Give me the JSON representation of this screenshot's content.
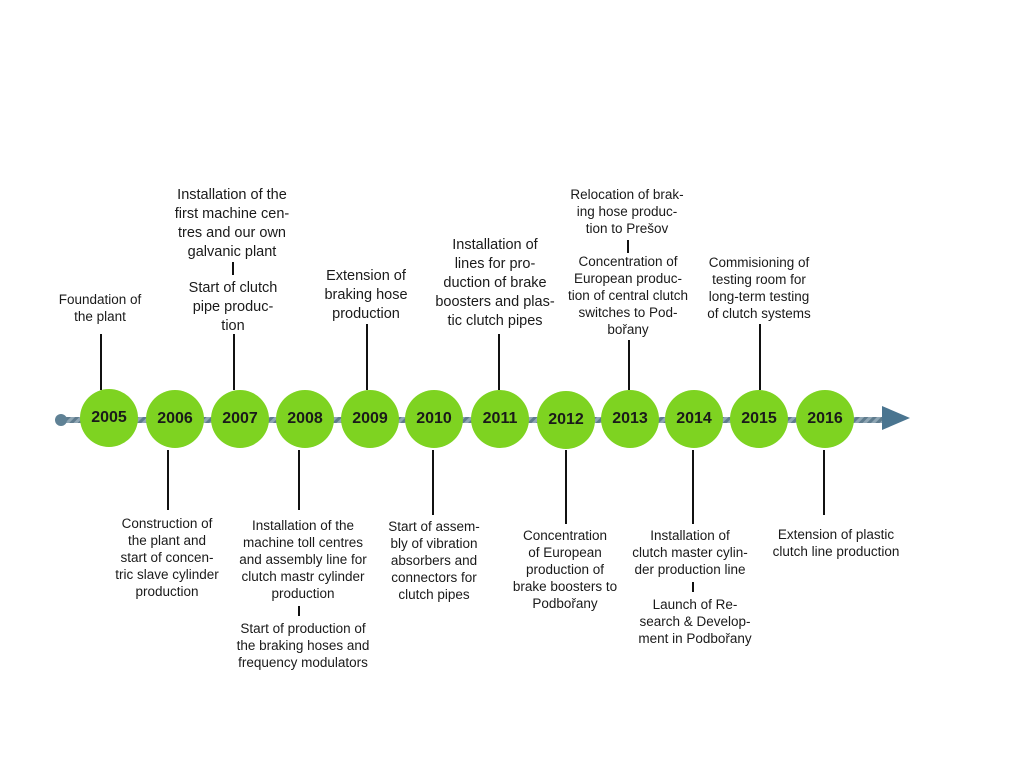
{
  "colors": {
    "node": "#7ed321",
    "axis": "#6f8b9c",
    "arrow": "#4a7590"
  },
  "years": [
    "2005",
    "2006",
    "2007",
    "2008",
    "2009",
    "2010",
    "2011",
    "2012",
    "2013",
    "2014",
    "2015",
    "2016"
  ],
  "events": {
    "e2005": "Foundation of\nthe plant",
    "e2006": "Construction of\nthe plant  and\nstart of concen-\ntric slave cylinder\nproduction",
    "e2007a": "Installation of the\nfirst machine cen-\ntres and our own\ngalvanic plant",
    "e2007b": "Start of clutch\npipe produc-\ntion",
    "e2008a": "Installation of the\nmachine toll centres\nand assembly line for\nclutch mastr cylinder\nproduction",
    "e2008b": "Start of production of\nthe braking hoses and\nfrequency modulators",
    "e2009": "Extension of\nbraking hose\nproduction",
    "e2010": "Start of assem-\nbly of vibration\nabsorbers and\nconnectors for\nclutch pipes",
    "e2011": "Installation of\nlines for pro-\nduction of brake\nboosters and plas-\ntic clutch pipes",
    "e2012": "Concentration\nof European\nproduction of\nbrake boosters to\nPodbořany",
    "e2013a": "Relocation of brak-\ning hose produc-\ntion to Prešov",
    "e2013b": "Concentration of\nEuropean produc-\ntion of central clutch\nswitches to Pod-\nbořany",
    "e2014a": "Installation of\nclutch master cylin-\nder production line",
    "e2014b": "Launch of Re-\nsearch & Develop-\nment in Podbořany",
    "e2015": "Commisioning of\ntesting room for\nlong-term testing\nof clutch systems",
    "e2016": "Extension of plastic\nclutch line production"
  }
}
